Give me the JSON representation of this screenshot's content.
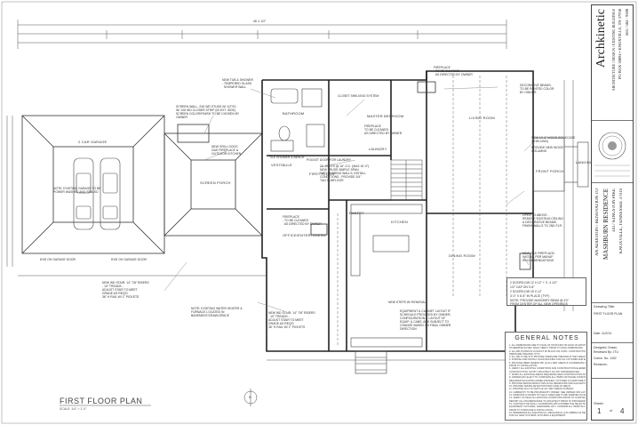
{
  "firm": {
    "name": "Archkinetic",
    "tagline": "ARCHITECTURE / DESIGN / EXISTING BUILDINGS",
    "address": "PO BOX 30094 • KNOXVILLE, TN 37930",
    "phone": "865 / 584 - 9500"
  },
  "project": {
    "line1": "AN ADDITION / RENOVATION TO",
    "name": "MASHBURN RESIDENCE",
    "line3": "3417 KINGSTON PIKE",
    "line4": "KNOXVILLE, TENNESSEE 37919"
  },
  "sheet": {
    "drawing_title_label": "Drawing Title:",
    "drawing_title": "FIRST FLOOR PLAN",
    "date": "Date: 11/2/14",
    "designed": "Designed, Drawn,",
    "reviewed": "Reviewed By: JTU",
    "comm": "Comm. No. 1402",
    "revisions": "Revisions:",
    "sheet_label": "Sheet:",
    "sheet_no": "1",
    "of": "of",
    "total": "4"
  },
  "plan": {
    "title": "FIRST FLOOR PLAN",
    "scale": "SCALE:   1/4\" = 1'-0\"",
    "overall_dim": "46'-1 1/2\"",
    "north_label": "N"
  },
  "rooms": {
    "garage": "2 CAR GARAGE",
    "bathroom": "BATHROOM",
    "master_bedroom": "MASTER BEDROOM",
    "living_room": "LIVING ROOM",
    "screen_porch": "SCREEN PORCH",
    "vestibule": "VESTIBULE",
    "first_floor": "FIRST FLOOR",
    "office": "OFFICE/ENTERTAINING",
    "kitchen": "KITCHEN",
    "dining_room": "DINING ROOM",
    "front_porch": "FRONT PORCH",
    "pantry": "PANTRY",
    "laundry": "LAUNDRY",
    "landing": "LANDING"
  },
  "notes_on_plan": {
    "tile_shower": "NEW TUB & SHOWER\n- TEMPERED GLASS\n  SHOWER WALL",
    "closet": "CLOSET SHELVING SYSTEM",
    "fireplace_top": "FIREPLACE\n- TO BE CLEANED\n  AS DIRECTED BY OWNER",
    "decorative_beams": "DECORATIVE BEAMS-\nTO BE PAINTED COLOR\nBY OWNER",
    "screen_wall": "SCREEN WALL- 2X6 WD STUDS W/ 1/2\"SC\nW/ 1X6 WD CLOSER STRIP (IN EXT. SIDE)\nSCREEN COLOR/FINISH TO BE CHOSEN BY\nOWNER",
    "gas_fireplace": "NEW GRILL DOGS\nGAS FIREPLACE &\nOUTDOOR KITCHEN",
    "fireplace_mid": "FIREPLACE\nTO BE CLEANED\nAS DIRECTED BY OWNER",
    "bookcase": "NEW 10'-6\" WOOD BOOKCASE\n(SHELVING)",
    "wood_columns": "PROVIDE NEW WOOD\nCOLUMNS",
    "garage_note": "NOTE: EXISTING GARAGE TO BE\nPOWER WASHED AND SEALED",
    "tile_bench": "TILE SHOWER & BENCH",
    "pocket_door": "POCKET DOOR FOR LAUNDRY",
    "joists": "2X JOISTS @ 16\" O.C. (MAX 16'-0\")\nNEW TRUSS SIMPLE SPAN\nINTO BEARING WALLS, INSTALL\nCONDITIONS - PROVIDE 3/4\"\nT&G SUBFLOOR",
    "opening": "OPEN TO ABOVE -\nREMOVE EXISTING CEILING\n& DECORATIVE BEAMS-\nFINISH WALLS TO 2ND FLR",
    "garage_door_l": "8'X8' OH GARAGE DOOR",
    "garage_door_r": "8'X8' OH GARAGE DOOR",
    "fireplace_low": "FIREPLACE\n- TO BE CLEANED\n  AS DIRECTED BY OWNER",
    "new_stair": "NEW WD STAIR- 14\" 7/8\" RISERS\n- 10\" TREADS -\nADJUST STAIR TO MEET\nGRADE AS REQ'D\n36\" H RAIL W/ 1\" PICKETS",
    "equipment": "EQUIPMENT & CABINET LAYOUT IF\nSCHEDULE PROVIDED BY OWNER-\nCONFIGURATION & LAYOUT OF\nEQUIP. & CABS. AND SUBJECT TO\nCHANGE BASED ON FINAL OWNER\nDIRECTION",
    "gas_fireplace_2": "NEW GAS FIREPLACE-\nINSTALL PER MANUF.\nRECOMMENDATIONS",
    "water_heater": "NOTE: EXISTING WATER HEATER &\nFURNACE LOCATED IN\nBASEMENT/CRAWLSPACE",
    "new_stair_2": "NEW WD STAIR- 14\" 7/8\" RISERS\n- 10\" TREADS -\nADJUST STAIR TO MEET\nGRADE AS REQ'D\n36\" H RAIL W/ 1\" PICKETS",
    "new_steps": "NEW STEPS W/ REMOVAL"
  },
  "door_schedule": {
    "lines": [
      "2 DOORS-DW 12 X 12\" + 3' -4 1/2\"",
      "1/2\" CAP ON 3'-8\"",
      "2 DOORS-DW 15 X 12\"",
      "3'-0\" X 6'-8\" IN PLACE (TYP.)",
      "NOTE: PROVIDE MASONRY BEAM @ 4'0\"",
      "FROM CENTER OF ALL NEW OPENINGS"
    ]
  },
  "general_notes": {
    "title": "GENERAL NOTES",
    "items": [
      "1.  ALL DIMENSIONS ARE TO FACE OF STUD/CMU OR FACE OF EXISTING CONSTRUCTION UNLESS",
      "     OTHERWISE NOTED. FIELD VERIFY PRIOR TO FINAL DIMENSIONS.",
      "2.  ALL WD PLATES IN CONTACT W/ BLOCK OR CONC. CONSTRUCTION TO BE",
      "     PRESSURE TREATED (TYP.)",
      "3.  ALL WD TO BE SYP. PROVIDE PRESSURE TREATED AT WET AREAS.",
      "4.  FURNISH AND INSTALL SOLID BACKING FOR ALL FIXTURES AND EQUIPMENT.",
      "5.  PROVIDE FIBER CEMENT BD. @ ALL WET AREAS & COORDINATE W/ OWNER",
      "     PRIOR TO INSTALLATION.",
      "6.  VERIFY ALL EXISTING CONDITIONS AND CONSTRUCTION ELEMENTS PRIOR TO",
      "     CONSTRUCTION. NOTIFY ARCHITECT OF ANY DISCREPANCIES.",
      "7.  WORK ALL EXISTING AREAS REQUIRING NEW CONSTRUCTION AS REQ'D.",
      "8.  OWNER MAY ELECT TO COMPLETE ALL ITEMS OR PHASE CONSTRUCTION AS",
      "     REQUIRED INCLUDING ADDED FINISHES, FIXTURES & FURNITURE ITEMS.",
      "9.  PROVIDE SMOKE DETECTORS IN ALL BEDROOMS AND HALLWAYS.",
      "10. PROVIDE SMOKE DETECTION PER CODE AS REQ'D.",
      "11. PROVIDE GFCI OUTLETS @ ALL WET AREAS AS REQ'D.",
      "12. CABINETRY TO BE PROVIDED BY OWNER. SEE OWNER FOR LAYOUT & SCHEDULE.",
      "13. WINDOWS & DOORS STYLES & SIZES ARE TO BE VERIFIED IN FIELD.",
      "14. VERIFY IN FIELD ALL EXISTING CONDITIONS PRIOR TO CONSTRUCTION.",
      "     REPORT ALL DISCREPANCIES TO ARCHITECT PRIOR TO PROCEEDING.",
      "15. CONTRACTOR SHALL COORDINATE WITH OWNER THE SELECTION OF ALL",
      "     EQUIPMENT, FIXTURES, HARDWARE, ETC. CONFIRM ALL ITEMS W/ OWNER",
      "     PRIOR TO PURCHASE & INSTALLATION.",
      "16. REFERENCE ALL ELECTRICAL, MECHANICAL & PLUMBING AS REQ'D PER CODE",
      "     FOR ALL NEW SYSTEMS, FIXTURES & EQUIPMENT."
    ]
  }
}
